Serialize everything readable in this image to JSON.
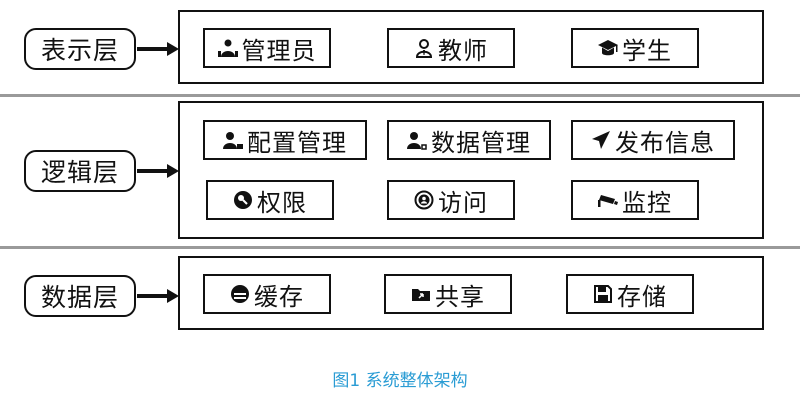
{
  "layers": [
    {
      "label": "表示层",
      "modules": [
        {
          "icon": "admin-icon",
          "text": "管理员"
        },
        {
          "icon": "teacher-icon",
          "text": "教师"
        },
        {
          "icon": "graduation-cap-icon",
          "text": "学生"
        }
      ]
    },
    {
      "label": "逻辑层",
      "modules": [
        {
          "icon": "config-user-icon",
          "text": "配置管理"
        },
        {
          "icon": "data-user-icon",
          "text": "数据管理"
        },
        {
          "icon": "send-icon",
          "text": "发布信息"
        },
        {
          "icon": "key-icon",
          "text": "权限"
        },
        {
          "icon": "user-circle-icon",
          "text": "访问"
        },
        {
          "icon": "camera-icon",
          "text": "监控"
        }
      ]
    },
    {
      "label": "数据层",
      "modules": [
        {
          "icon": "database-icon",
          "text": "缓存"
        },
        {
          "icon": "folder-share-icon",
          "text": "共享"
        },
        {
          "icon": "save-icon",
          "text": "存储"
        }
      ]
    }
  ],
  "caption": "图1 系统整体架构"
}
